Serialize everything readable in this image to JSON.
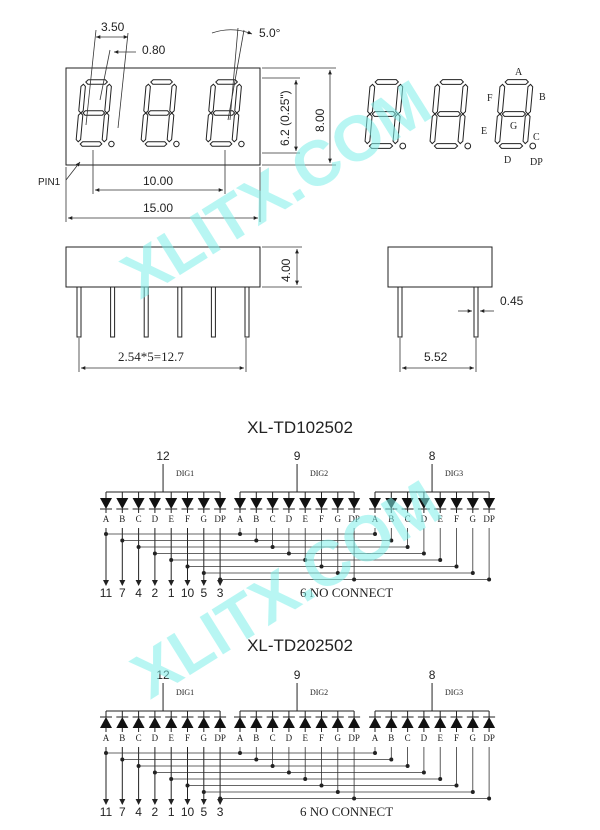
{
  "dimensions": {
    "pitch": "3.50",
    "seg_width": "0.80",
    "slant": "5.0°",
    "char_height": "6.2 (0.25\")",
    "body_height": "8.00",
    "digit_span": "10.00",
    "body_width": "15.00",
    "body_depth": "4.00",
    "pin_dia": "0.45",
    "pin_spacing": "2.54*5=12.7",
    "side_width": "5.52",
    "pin1_label": "PIN1"
  },
  "segment_letters": {
    "a": "A",
    "b": "B",
    "c": "C",
    "d": "D",
    "e": "E",
    "f": "F",
    "g": "G",
    "dp": "DP"
  },
  "watermark": "XLITX.COM",
  "circuits": [
    {
      "title": "XL-TD102502",
      "digits": [
        {
          "label": "DIG1",
          "common_pin": "12"
        },
        {
          "label": "DIG2",
          "common_pin": "9"
        },
        {
          "label": "DIG3",
          "common_pin": "8"
        }
      ],
      "seg_labels": [
        "A",
        "B",
        "C",
        "D",
        "E",
        "F",
        "G",
        "DP"
      ],
      "pins": [
        "11",
        "7",
        "4",
        "2",
        "1",
        "10",
        "5",
        "3"
      ],
      "note": "6 NO CONNECT"
    },
    {
      "title": "XL-TD202502",
      "digits": [
        {
          "label": "DIG1",
          "common_pin": "12"
        },
        {
          "label": "DIG2",
          "common_pin": "9"
        },
        {
          "label": "DIG3",
          "common_pin": "8"
        }
      ],
      "seg_labels": [
        "A",
        "B",
        "C",
        "D",
        "E",
        "F",
        "G",
        "DP"
      ],
      "pins": [
        "11",
        "7",
        "4",
        "2",
        "1",
        "10",
        "5",
        "3"
      ],
      "note": "6 NO CONNECT"
    }
  ]
}
